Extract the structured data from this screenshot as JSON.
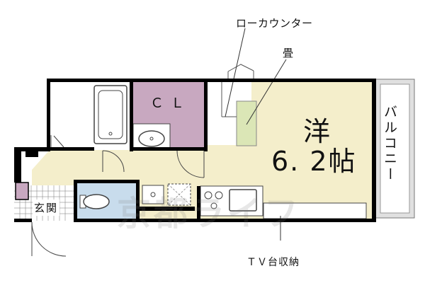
{
  "labels": {
    "low_counter": "ローカウンター",
    "tatami": "畳",
    "closet": "ＣＬ",
    "room_type": "洋",
    "room_size": "6. 2帖",
    "balcony": "バルコニー",
    "entrance": "玄関",
    "tv_storage": "ＴＶ台収納"
  },
  "watermark": "京都ライフ",
  "colors": {
    "wall": "#000000",
    "floor_main": "#f4eecb",
    "closet": "#c8a8c0",
    "bath": "#c8dcec",
    "tatami": "#dbe6b6",
    "balcony": "#e0e0e0",
    "white": "#ffffff",
    "line": "#555555"
  }
}
